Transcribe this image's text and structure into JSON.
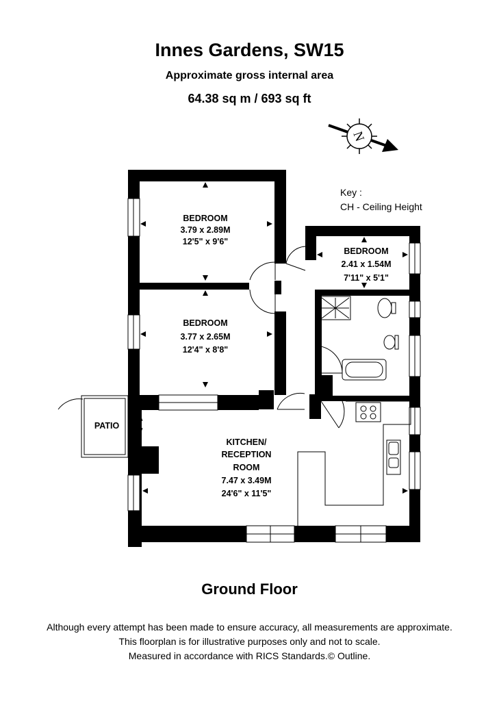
{
  "header": {
    "title": "Innes Gardens, SW15",
    "subtitle": "Approximate gross internal area",
    "area": "64.38 sq m /  693 sq ft"
  },
  "compass": {
    "letter": "N",
    "icon": "compass-rose-icon"
  },
  "key": {
    "heading": "Key :",
    "items": [
      "CH - Ceiling Height"
    ]
  },
  "rooms": {
    "bedroom1": {
      "name": "BEDROOM",
      "metric": "3.79 x 2.89M",
      "imperial": "12'5\" x 9'6\""
    },
    "bedroom2": {
      "name": "BEDROOM",
      "metric": "3.77 x 2.65M",
      "imperial": "12'4\" x 8'8\""
    },
    "bedroom3": {
      "name": "BEDROOM",
      "metric": "2.41 x 1.54M",
      "imperial": "7'11\" x 5'1\""
    },
    "kitchen": {
      "name1": "KITCHEN/",
      "name2": "RECEPTION",
      "name3": "ROOM",
      "metric": "7.47 x 3.49M",
      "imperial": "24'6\" x 11'5\""
    },
    "patio": {
      "name": "PATIO"
    }
  },
  "floor_label": "Ground Floor",
  "disclaimer": {
    "line1": "Although every attempt has been made to ensure accuracy, all measurements are approximate.",
    "line2": "This floorplan is for illustrative purposes only and not to scale.",
    "line3": "Measured in accordance with RICS Standards.© Outline."
  }
}
